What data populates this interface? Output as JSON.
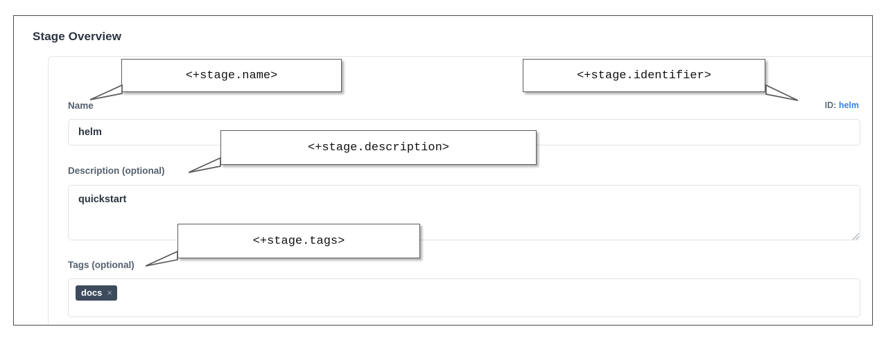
{
  "page": {
    "title": "Stage Overview"
  },
  "identifier": {
    "key": "ID:",
    "value": "helm"
  },
  "fields": {
    "name": {
      "label": "Name",
      "value": "helm",
      "placeholder": ""
    },
    "description": {
      "label": "Description (optional)",
      "value": "quickstart",
      "placeholder": ""
    },
    "tags": {
      "label": "Tags (optional)",
      "chips": [
        {
          "text": "docs",
          "remove": "×"
        }
      ]
    }
  },
  "callouts": [
    {
      "id": "name-callout",
      "text": "<+stage.name>"
    },
    {
      "id": "identifier-callout",
      "text": "<+stage.identifier>"
    },
    {
      "id": "description-callout",
      "text": "<+stage.description>"
    },
    {
      "id": "tags-callout",
      "text": "<+stage.tags>"
    }
  ],
  "colors": {
    "chip_background": "#3d4b5c",
    "link_blue": "#3b82e8",
    "label_slate": "#55606e",
    "heading": "#2b3440",
    "callout_border": "#5a5a5a"
  },
  "icons": {
    "resize_grip": "resize-grip-icon",
    "tag_remove": "close-icon"
  }
}
